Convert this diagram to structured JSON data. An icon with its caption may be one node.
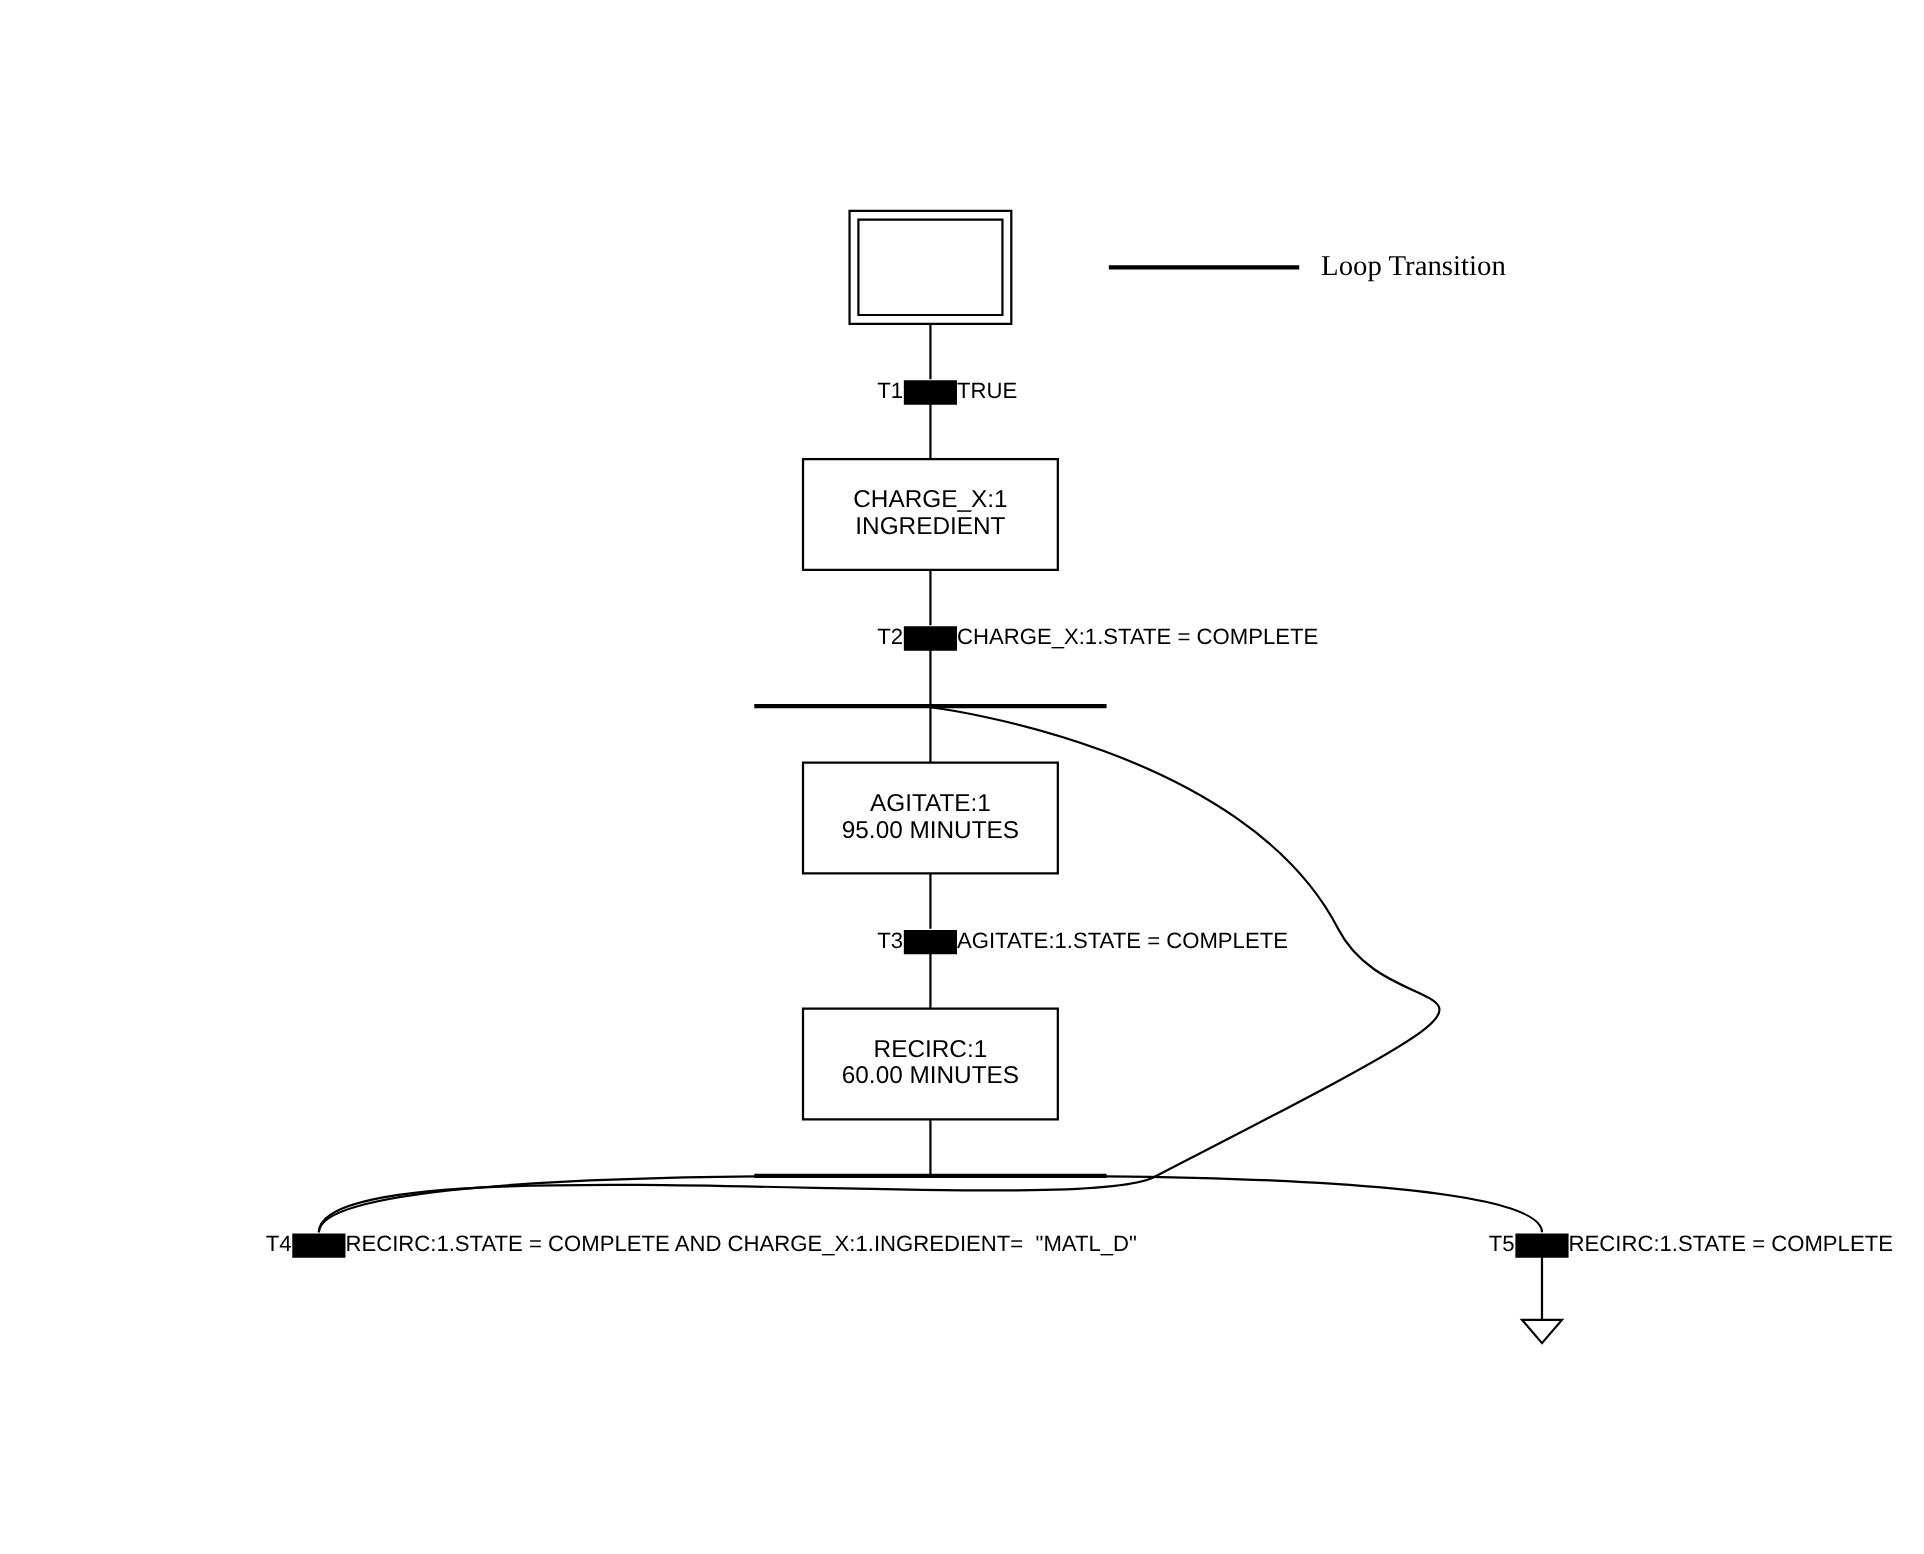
{
  "diagram": {
    "nodes": [
      {
        "text": [],
        "shape": "box"
      },
      {
        "text": [],
        "shape": "bar",
        "beside": [
          "T1",
          "TRUE"
        ]
      },
      {
        "text": [
          "CHARGE_X:1",
          "INGREDIENT"
        ]
      },
      {
        "text": [],
        "shape": "bar",
        "beside": [
          "T2",
          "CHARGE_X:1.STATE = COMPLETE"
        ]
      },
      {
        "text": [],
        "shape": "bar"
      },
      {
        "text": [
          "AGITATE:1",
          "95.00 MINUTES"
        ]
      },
      {
        "text": [],
        "shape": "bar",
        "beside": [
          "T3",
          "AGITATE:1.STATE = COMPLETE"
        ]
      },
      {
        "text": [
          "RECIRC:1",
          "60.00 MINUTES"
        ]
      },
      {
        "text": [],
        "shape": "bar"
      },
      {
        "text": [],
        "shape": "bar",
        "beside": [
          "T4",
          "RECIRC:1.STATE = COMPLETE AND CHARGE_X:1.INGREDIENT=  \"MATL_D\""
        ]
      },
      {
        "text": [],
        "shape": "bar",
        "beside": [
          "T5",
          "RECIRC:1.STATE = COMPLETE"
        ]
      },
      {
        "text": [],
        "shape": "ground"
      },
      {
        "text": [
          "Loop Transition"
        ]
      }
    ],
    "edges": [
      {
        "from": 0,
        "to": 1,
        "arrow": "none"
      },
      {
        "from": 1,
        "to": 2,
        "arrow": "none"
      },
      {
        "from": 2,
        "to": 3,
        "arrow": "none"
      },
      {
        "from": 3,
        "to": 4,
        "arrow": "none"
      },
      {
        "from": 4,
        "to": 5,
        "arrow": "none"
      },
      {
        "from": 5,
        "to": 6,
        "arrow": "none"
      },
      {
        "from": 6,
        "to": 7,
        "arrow": "none"
      },
      {
        "from": 7,
        "to": 8,
        "arrow": "none"
      },
      {
        "from": 8,
        "to": 9,
        "arrow": "none"
      },
      {
        "from": 9,
        "to": 4,
        "arrow": "none"
      },
      {
        "from": 8,
        "to": 10,
        "arrow": "none"
      },
      {
        "from": 10,
        "to": 11,
        "arrow": "none"
      },
      {
        "from": 12,
        "to": null,
        "arrow": "none"
      }
    ]
  }
}
